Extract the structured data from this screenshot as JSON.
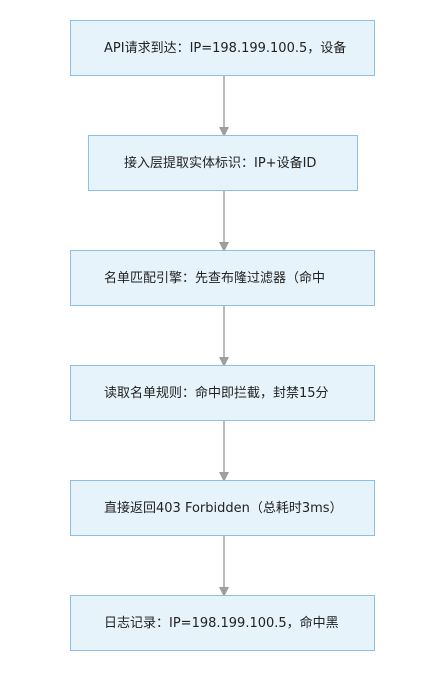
{
  "flowchart": {
    "nodes": [
      {
        "id": "n1",
        "label": "API请求到达：IP=198.199.100.5，设备"
      },
      {
        "id": "n2",
        "label": "接入层提取实体标识：IP+设备ID"
      },
      {
        "id": "n3",
        "label": "名单匹配引擎：先查布隆过滤器（命中"
      },
      {
        "id": "n4",
        "label": "读取名单规则：命中即拦截，封禁15分"
      },
      {
        "id": "n5",
        "label": "直接返回403 Forbidden（总耗时3ms）"
      },
      {
        "id": "n6",
        "label": "日志记录：IP=198.199.100.5，命中黑"
      }
    ],
    "edges": [
      {
        "from": "n1",
        "to": "n2"
      },
      {
        "from": "n2",
        "to": "n3"
      },
      {
        "from": "n3",
        "to": "n4"
      },
      {
        "from": "n4",
        "to": "n5"
      },
      {
        "from": "n5",
        "to": "n6"
      }
    ],
    "colors": {
      "node_fill": "#e6f3fb",
      "node_border": "#8ebfe8",
      "edge": "#9e9e9e",
      "text": "#222222"
    }
  }
}
